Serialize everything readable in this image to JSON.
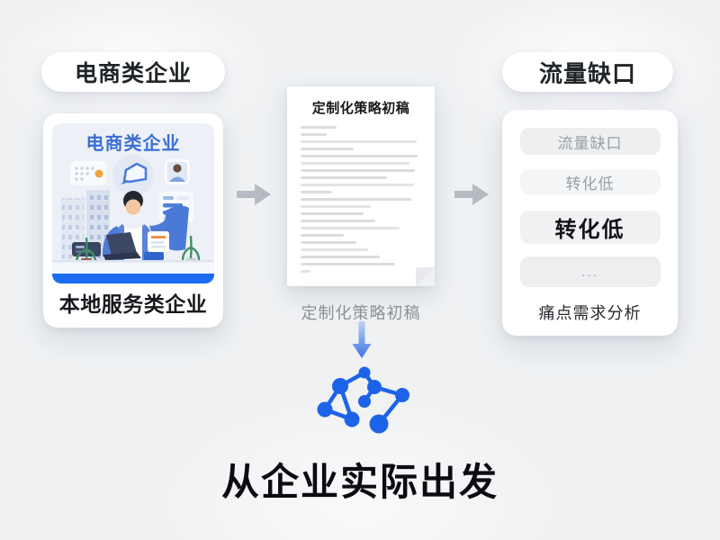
{
  "left_column": {
    "badge_label": "电商类企业",
    "illustration_title": "电商类企业",
    "illustration_name": "office-worker-at-desk-illustration",
    "card_caption": "本地服务类企业"
  },
  "middle_column": {
    "doc_title": "定制化策略初稿",
    "caption": "定制化策略初稿",
    "doc_line_widths_percent": [
      30,
      22,
      96,
      44,
      97,
      90,
      95,
      72,
      94,
      26,
      92,
      58,
      52,
      62,
      82,
      36,
      46,
      56,
      66,
      78,
      8
    ]
  },
  "right_column": {
    "badge_label": "流量缺口",
    "pain_points": [
      {
        "label": "流量缺口",
        "emphasized": false
      },
      {
        "label": "转化低",
        "emphasized": false
      },
      {
        "label": "转化低",
        "emphasized": true
      },
      {
        "label": "...",
        "emphasized": false
      }
    ],
    "card_caption": "痛点需求分析"
  },
  "bottom": {
    "title": "从企业实际出发"
  },
  "icons": {
    "flow_arrows": "right-arrow",
    "down_arrow": "down-arrow",
    "network": "network-graph"
  },
  "colors": {
    "page_bg": "#eff1f3",
    "accent_blue": "#1b6cf2",
    "network_blue": "#1c63e9",
    "illustration_blue": "#4f7bd6",
    "arrow_gray": "#b5bbc3",
    "muted_text": "#8b9199",
    "dark_text": "#17191d",
    "highlight_orange": "#f0a43c"
  }
}
